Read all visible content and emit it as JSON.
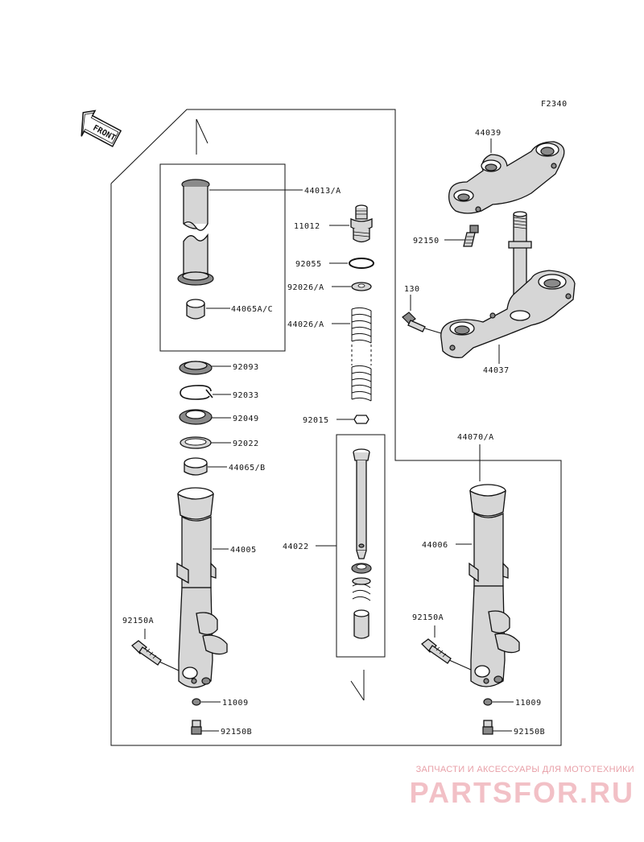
{
  "figure_code": "F2340",
  "front_marker": "FRONT",
  "labels": {
    "p44013": "44013/A",
    "p11012": "11012",
    "p92055": "92055",
    "p92026": "92026/A",
    "p44065ac": "44065A/C",
    "p44026": "44026/A",
    "p92093": "92093",
    "p92033": "92033",
    "p92049": "92049",
    "p92015": "92015",
    "p92022": "92022",
    "p44065b": "44065/B",
    "p44005": "44005",
    "p44022": "44022",
    "p92150a_left": "92150A",
    "p11009_left": "11009",
    "p92150b_left": "92150B",
    "p44039": "44039",
    "p92150": "92150",
    "p130": "130",
    "p44037": "44037",
    "p44070": "44070/A",
    "p44006": "44006",
    "p92150a_right": "92150A",
    "p11009_right": "11009",
    "p92150b_right": "92150B"
  },
  "watermark": {
    "tagline": "ЗАПЧАСТИ И АКСЕССУАРЫ ДЛЯ МОТОТЕХНИКИ",
    "logo": "PARTSFOR.RU",
    "color": "#f2c0c6"
  }
}
